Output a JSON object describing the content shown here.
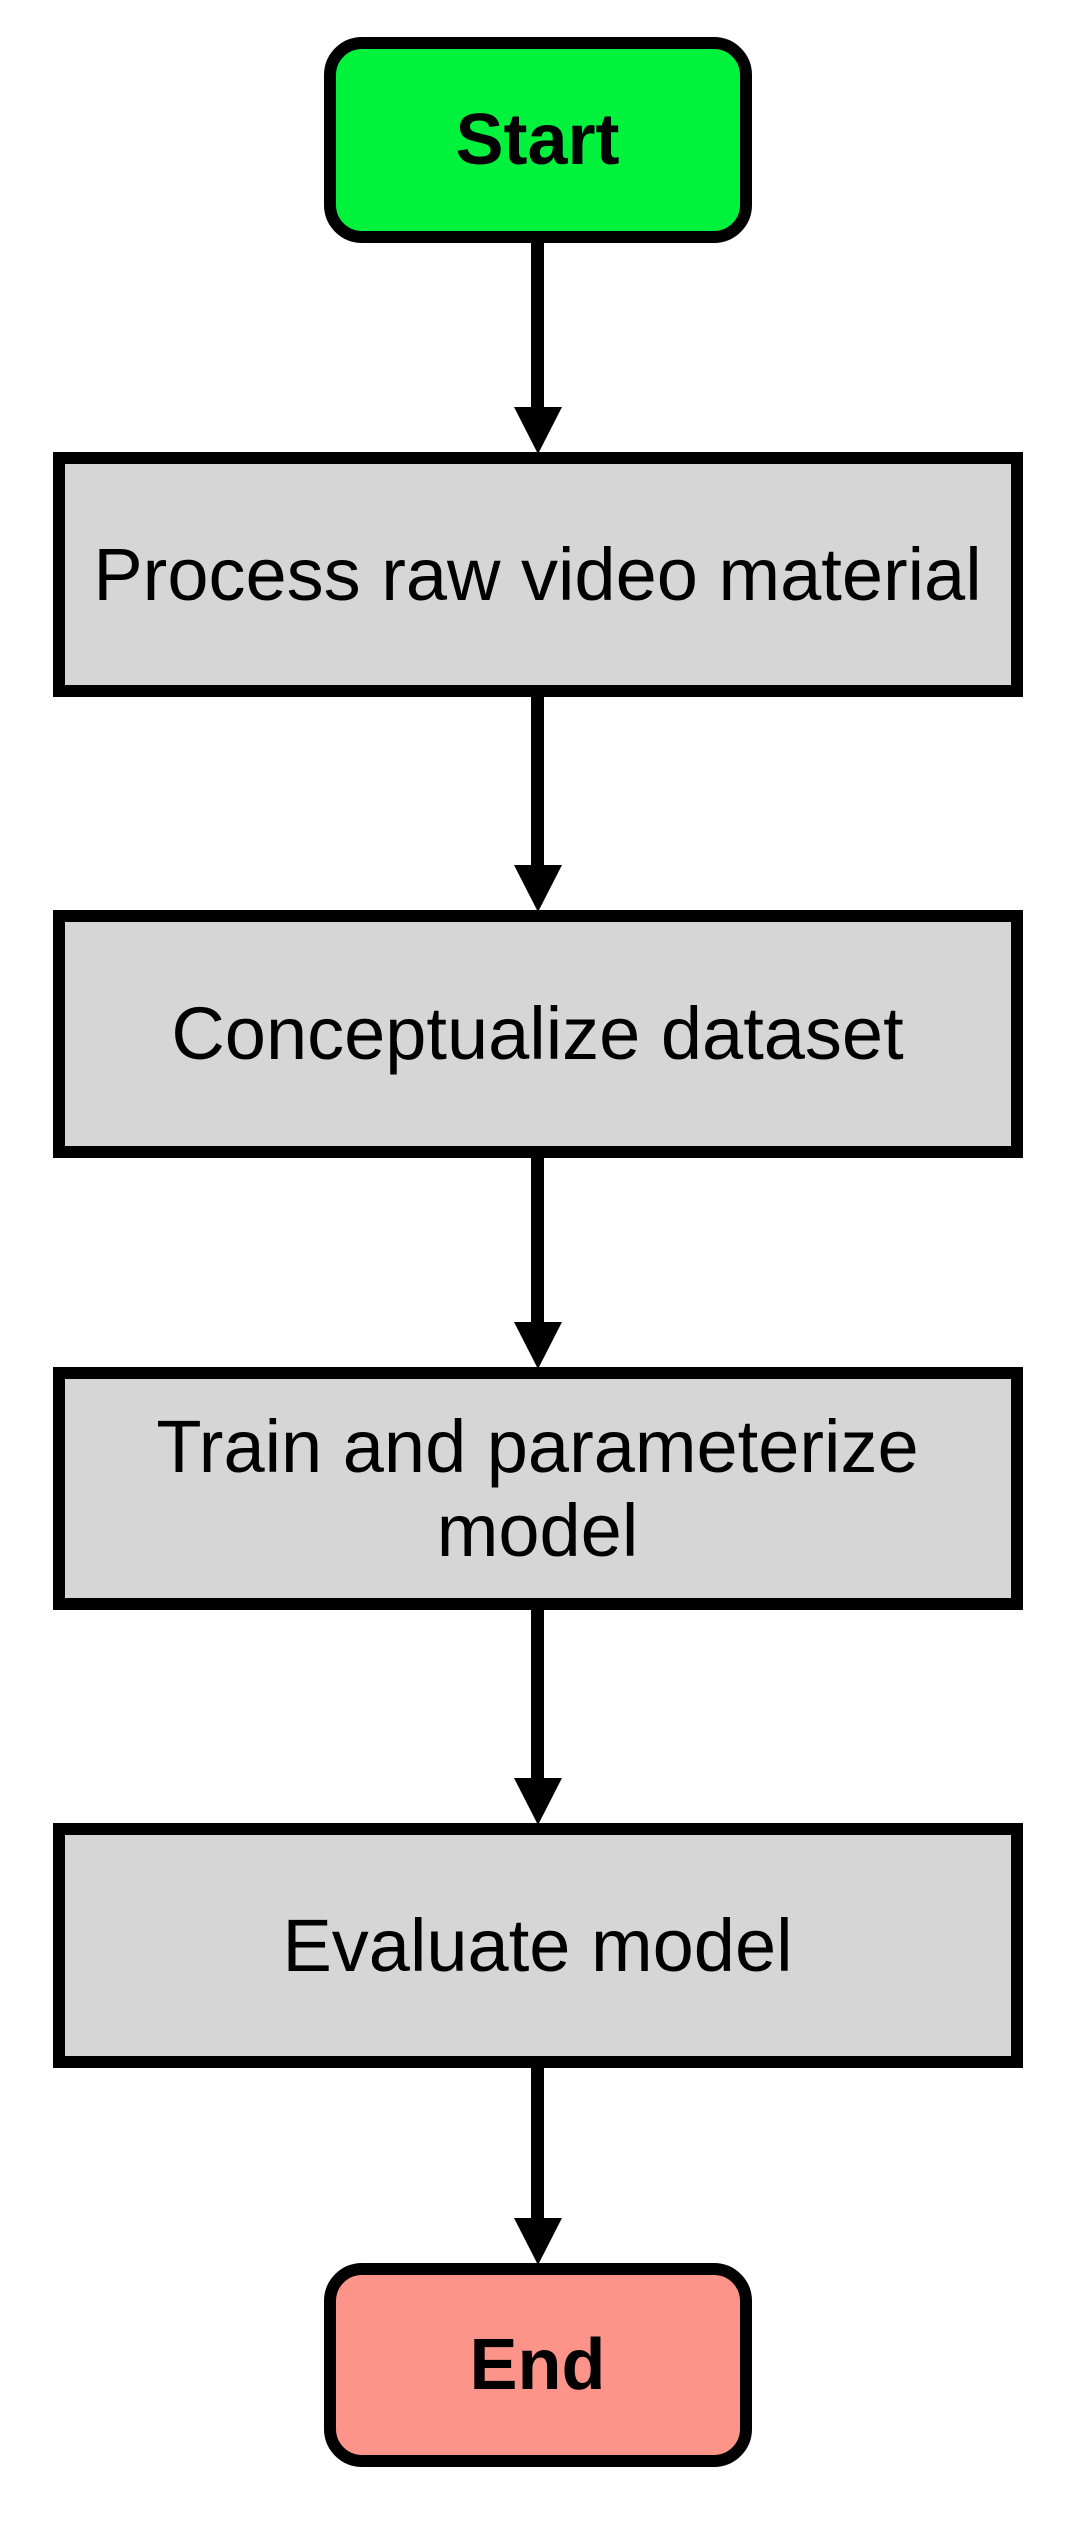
{
  "flowchart": {
    "type": "flowchart",
    "direction": "top-down",
    "background_color": "#FFFFFF",
    "colors": {
      "start_fill": "#00F23C",
      "process_fill": "#D6D6D6",
      "end_fill": "#FC9489",
      "border": "#000000",
      "arrow": "#000000",
      "text": "#000000"
    },
    "nodes": {
      "start": {
        "label": "Start",
        "shape": "rounded-rectangle",
        "fill": "#00F23C",
        "border_color": "#000000",
        "text_style": "bold"
      },
      "process_video": {
        "label": "Process raw video material",
        "shape": "rectangle",
        "fill": "#D6D6D6",
        "border_color": "#000000",
        "text_style": "regular"
      },
      "conceptualize": {
        "label": "Conceptualize dataset",
        "shape": "rectangle",
        "fill": "#D6D6D6",
        "border_color": "#000000",
        "text_style": "regular"
      },
      "train": {
        "label": "Train and parameterize model",
        "shape": "rectangle",
        "fill": "#D6D6D6",
        "border_color": "#000000",
        "text_style": "regular"
      },
      "evaluate": {
        "label": "Evaluate model",
        "shape": "rectangle",
        "fill": "#D6D6D6",
        "border_color": "#000000",
        "text_style": "regular"
      },
      "end": {
        "label": "End",
        "shape": "rounded-rectangle",
        "fill": "#FC9489",
        "border_color": "#000000",
        "text_style": "bold"
      }
    },
    "edges": [
      {
        "from": "start",
        "to": "process_video",
        "style": "solid-arrow"
      },
      {
        "from": "process_video",
        "to": "conceptualize",
        "style": "solid-arrow"
      },
      {
        "from": "conceptualize",
        "to": "train",
        "style": "solid-arrow"
      },
      {
        "from": "train",
        "to": "evaluate",
        "style": "solid-arrow"
      },
      {
        "from": "evaluate",
        "to": "end",
        "style": "solid-arrow"
      }
    ]
  }
}
